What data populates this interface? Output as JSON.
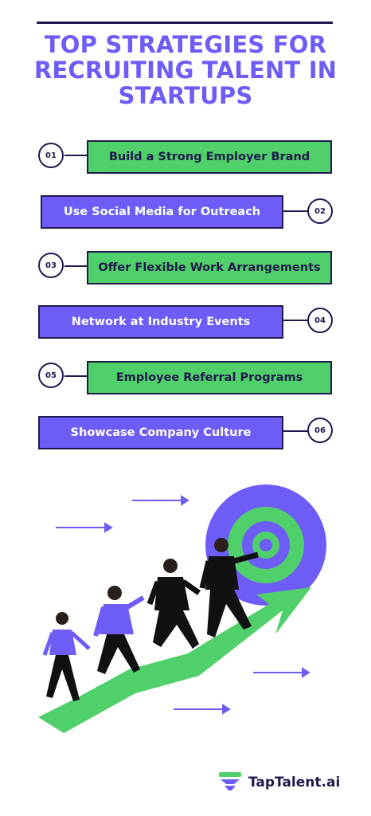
{
  "title": "TOP STRATEGIES FOR RECRUITING TALENT IN STARTUPS",
  "strategies": [
    {
      "number": "01",
      "label": "Build a Strong Employer Brand"
    },
    {
      "number": "02",
      "label": "Use Social Media for Outreach"
    },
    {
      "number": "03",
      "label": "Offer Flexible Work Arrangements"
    },
    {
      "number": "04",
      "label": "Network at Industry Events"
    },
    {
      "number": "05",
      "label": "Employee Referral Programs"
    },
    {
      "number": "06",
      "label": "Showcase Company Culture"
    }
  ],
  "brand": {
    "name": "TapTalent.ai",
    "icon": "taptalent-logo-icon"
  },
  "colors": {
    "purple": "#6d5cf6",
    "green": "#4fd06a",
    "navy": "#1f1a4d"
  }
}
